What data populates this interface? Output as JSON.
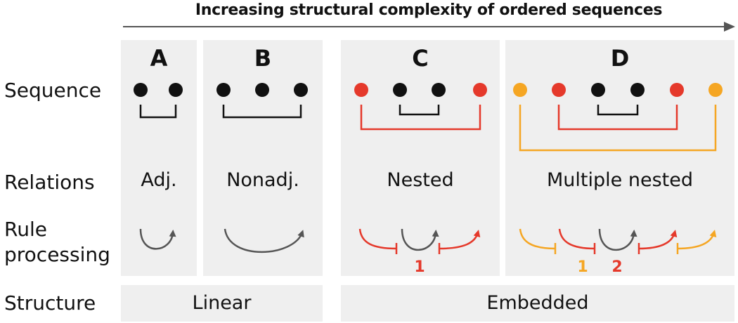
{
  "title": "Increasing structural complexity of ordered sequences",
  "row_labels": {
    "sequence": "Sequence",
    "relations": "Relations",
    "rule_line1": "Rule",
    "rule_line2": "processing",
    "structure": "Structure"
  },
  "panels": [
    {
      "letter": "A",
      "relation": "Adj."
    },
    {
      "letter": "B",
      "relation": "Nonadj."
    },
    {
      "letter": "C",
      "relation": "Nested",
      "rule_numbers": [
        "1"
      ]
    },
    {
      "letter": "D",
      "relation": "Multiple nested",
      "rule_numbers": [
        "1",
        "2"
      ]
    }
  ],
  "structures": [
    "Linear",
    "Embedded"
  ],
  "colors": {
    "dot_black": "#111111",
    "red": "#e5392b",
    "orange": "#f5a623",
    "arc_gray": "#555555",
    "panel_bg": "#efefef"
  }
}
